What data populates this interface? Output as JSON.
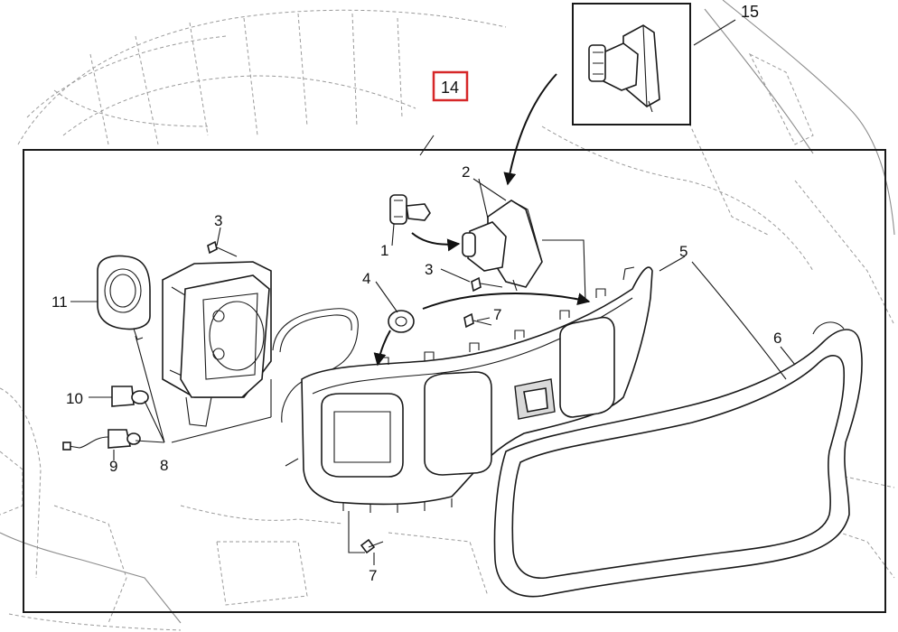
{
  "highlight_color": "#d62728",
  "callouts": {
    "c1": "1",
    "c2": "2",
    "c3a": "3",
    "c3b": "3",
    "c4": "4",
    "c5": "5",
    "c6": "6",
    "c7a": "7",
    "c7b": "7",
    "c8": "8",
    "c9": "9",
    "c10": "10",
    "c11": "11",
    "c14": "14",
    "c15": "15"
  }
}
